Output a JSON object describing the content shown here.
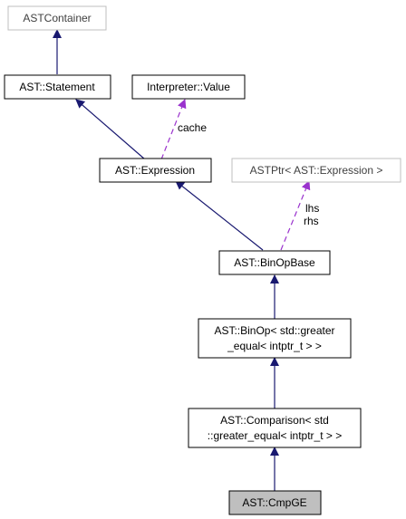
{
  "colors": {
    "inheritance": "#191970",
    "usage": "#9a32cd",
    "box_border": "#000000",
    "box_border_external": "#bfbfbf",
    "highlight_fill": "#bfbfbf",
    "box_fill": "#ffffff"
  },
  "nodes": {
    "astcontainer": {
      "label": "ASTContainer"
    },
    "statement": {
      "label": "AST::Statement"
    },
    "value": {
      "label": "Interpreter::Value"
    },
    "expression": {
      "label": "AST::Expression"
    },
    "astptr": {
      "label": "ASTPtr< AST::Expression >"
    },
    "binopbase": {
      "label": "AST::BinOpBase"
    },
    "binop": {
      "lines": [
        "AST::BinOp< std::greater",
        "_equal< intptr_t > >"
      ]
    },
    "comparison": {
      "lines": [
        "AST::Comparison< std",
        "::greater_equal< intptr_t > >"
      ]
    },
    "cmpge": {
      "label": "AST::CmpGE"
    }
  },
  "edge_labels": {
    "cache": "cache",
    "lhs": "lhs",
    "rhs": "rhs"
  }
}
